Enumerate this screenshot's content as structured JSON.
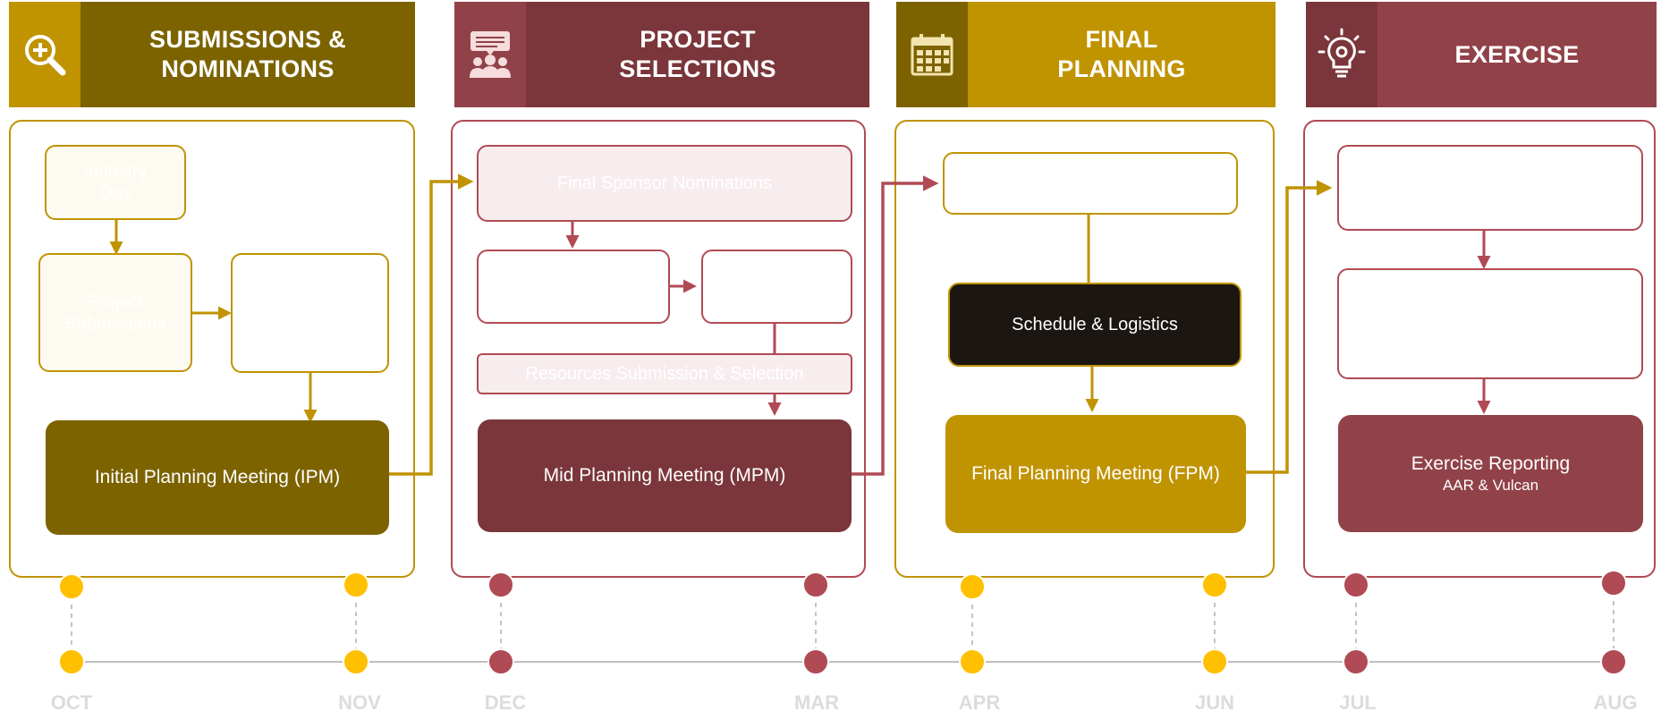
{
  "colors": {
    "gold": "#C09300",
    "olive": "#7C6300",
    "maroon": "#7A363A",
    "rose": "#914248",
    "dark": "#1B1611",
    "dot_yellow": "#FFC000",
    "dot_red": "#B04A54"
  },
  "phases": [
    {
      "title": "SUBMISSIONS &\nNOMINATIONS",
      "icon": "magnifier-plus-icon"
    },
    {
      "title": "PROJECT\nSELECTIONS",
      "icon": "team-presentation-icon"
    },
    {
      "title": "FINAL\nPLANNING",
      "icon": "calendar-icon"
    },
    {
      "title": "EXERCISE",
      "icon": "lightbulb-gear-icon"
    }
  ],
  "boxes": {
    "sub_top": "Industry\nDay",
    "sub_mid_left": "Project\nSubmissions",
    "sub_mid_right": "",
    "proj_top": "Final Sponsor Nominations",
    "proj_mid_left": "",
    "proj_mid_right": "",
    "proj_resources": "Resources Submission & Selection",
    "final_top": "",
    "final_schedule": "Schedule & Logistics",
    "ex_top": "",
    "ex_mid": ""
  },
  "meetings": {
    "ipm": "Initial Planning Meeting (IPM)",
    "mpm": "Mid Planning Meeting (MPM)",
    "fpm": "Final Planning Meeting (FPM)",
    "reporting_title": "Exercise Reporting",
    "reporting_sub": "AAR & Vulcan"
  },
  "timeline": {
    "months": [
      "OCT",
      "NOV",
      "DEC",
      "MAR",
      "APR",
      "JUN",
      "JUL",
      "AUG"
    ]
  }
}
